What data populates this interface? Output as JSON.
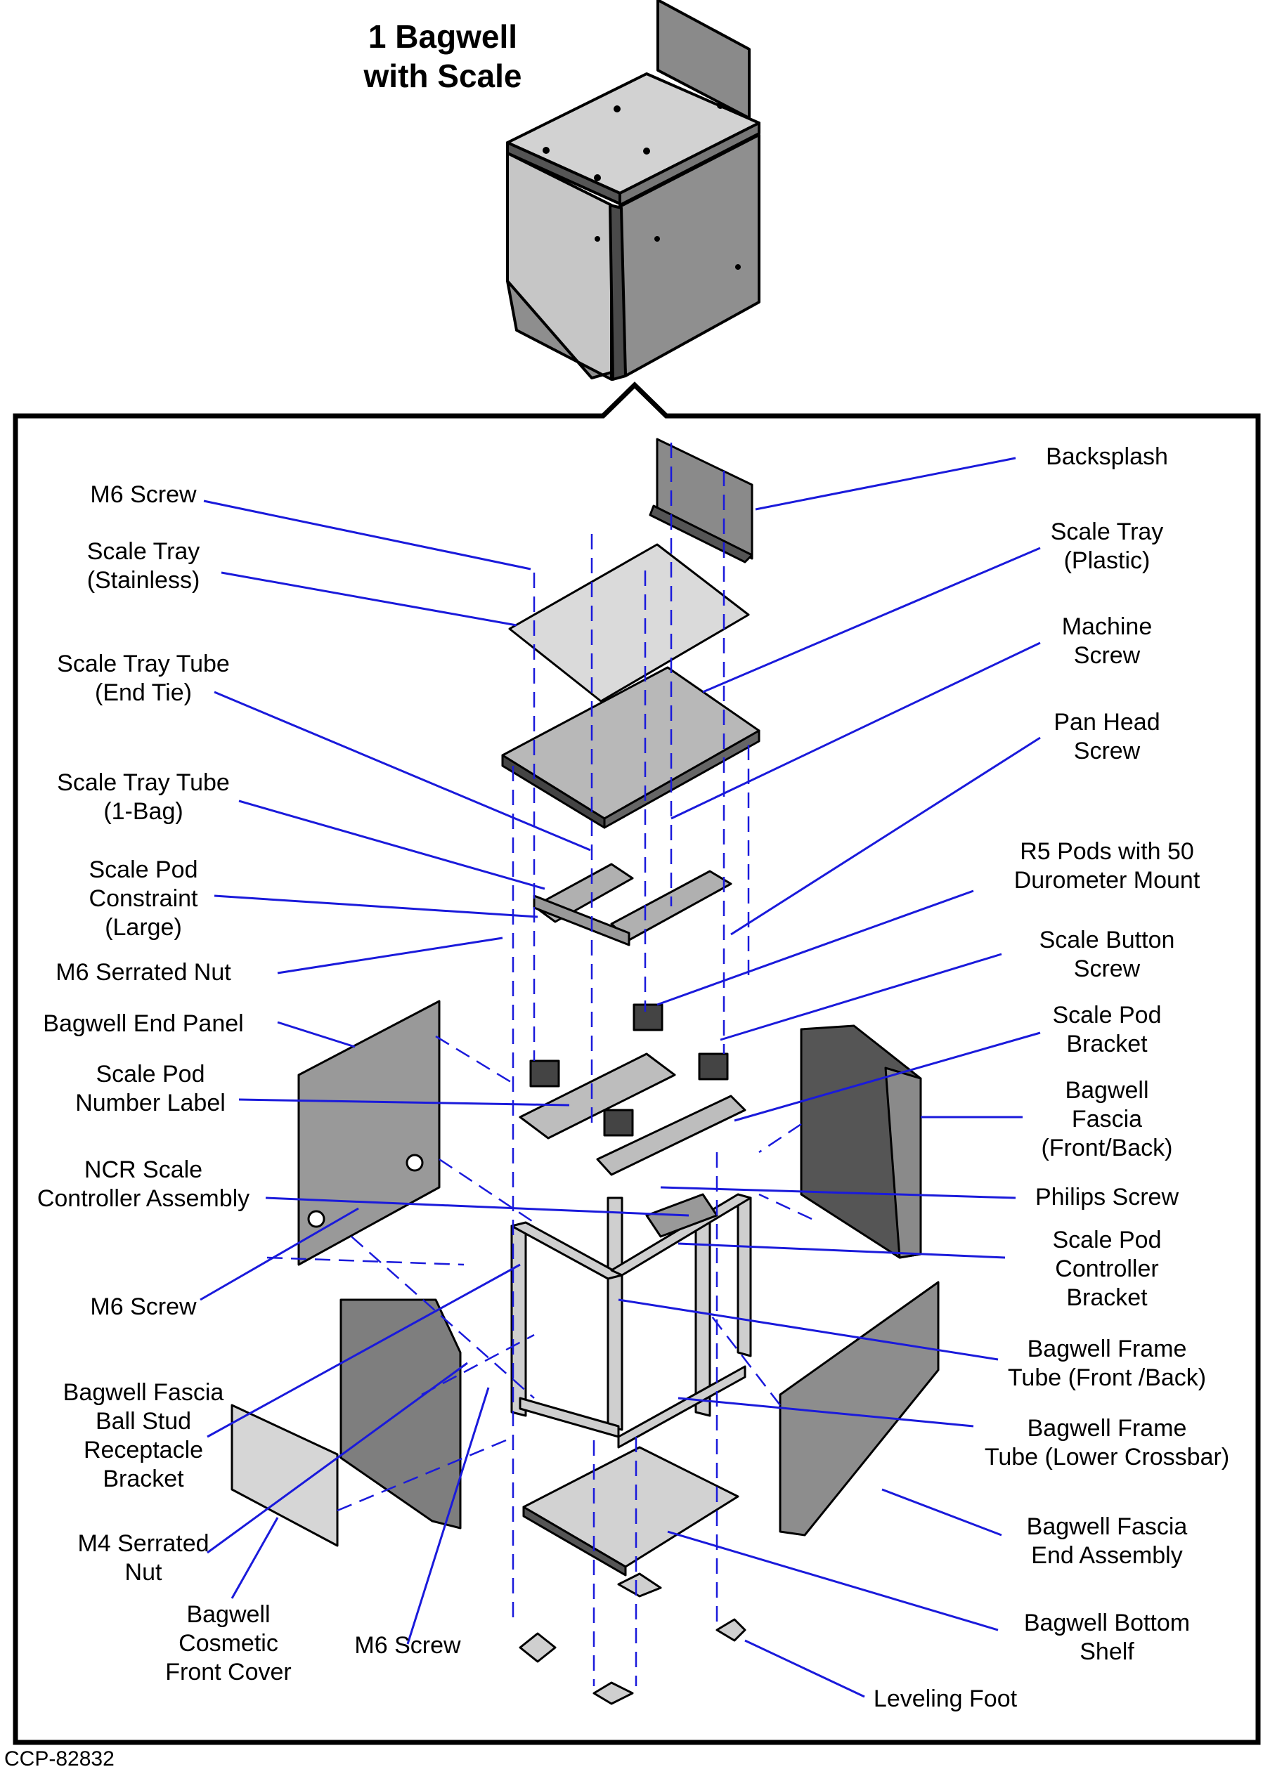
{
  "title": {
    "line1": "1 Bagwell",
    "line2": "with Scale"
  },
  "doc_id": "CCP-82832",
  "callouts": {
    "backsplash": [
      "Backsplash"
    ],
    "m6_screw_top": [
      "M6 Screw"
    ],
    "scale_tray_stainless": [
      "Scale Tray",
      "(Stainless)"
    ],
    "scale_tray_plastic": [
      "Scale Tray",
      "(Plastic)"
    ],
    "machine_screw": [
      "Machine",
      "Screw"
    ],
    "scale_tray_tube_end_tie": [
      "Scale Tray Tube",
      "(End Tie)"
    ],
    "pan_head_screw": [
      "Pan Head",
      "Screw"
    ],
    "scale_tray_tube_1_bag": [
      "Scale Tray Tube",
      "(1-Bag)"
    ],
    "r5_pods": [
      "R5 Pods with 50",
      "Durometer Mount"
    ],
    "scale_pod_constraint": [
      "Scale Pod",
      "Constraint",
      "(Large)"
    ],
    "scale_button_screw": [
      "Scale Button",
      "Screw"
    ],
    "m6_serrated_nut": [
      "M6 Serrated Nut"
    ],
    "scale_pod_bracket": [
      "Scale Pod",
      "Bracket"
    ],
    "bagwell_end_panel": [
      "Bagwell End Panel"
    ],
    "scale_pod_number_label": [
      "Scale Pod",
      "Number Label"
    ],
    "bagwell_fascia_front_back": [
      "Bagwell",
      "Fascia",
      "(Front/Back)"
    ],
    "ncr_scale_controller": [
      "NCR Scale",
      "Controller Assembly"
    ],
    "philips_screw": [
      "Philips Screw"
    ],
    "scale_pod_controller_bracket": [
      "Scale Pod",
      "Controller",
      "Bracket"
    ],
    "m6_screw_left": [
      "M6 Screw"
    ],
    "bagwell_frame_tube_front_back": [
      "Bagwell Frame",
      "Tube (Front /Back)"
    ],
    "ball_stud_bracket": [
      "Bagwell Fascia",
      "Ball Stud",
      "Receptacle",
      "Bracket"
    ],
    "bagwell_frame_tube_lower": [
      "Bagwell Frame",
      "Tube (Lower Crossbar)"
    ],
    "m4_serrated_nut": [
      "M4 Serrated",
      "Nut"
    ],
    "bagwell_fascia_end_assembly": [
      "Bagwell Fascia",
      "End Assembly"
    ],
    "bagwell_cosmetic_front_cover": [
      "Bagwell",
      "Cosmetic",
      "Front Cover"
    ],
    "m6_screw_bottom": [
      "M6 Screw"
    ],
    "bagwell_bottom_shelf": [
      "Bagwell Bottom",
      "Shelf"
    ],
    "leveling_foot": [
      "Leveling Foot"
    ]
  },
  "colors": {
    "leader": "#1a1adb",
    "outline": "#000000",
    "part_fill": "#c8c8c8",
    "part_dark": "#7a7a7a"
  }
}
